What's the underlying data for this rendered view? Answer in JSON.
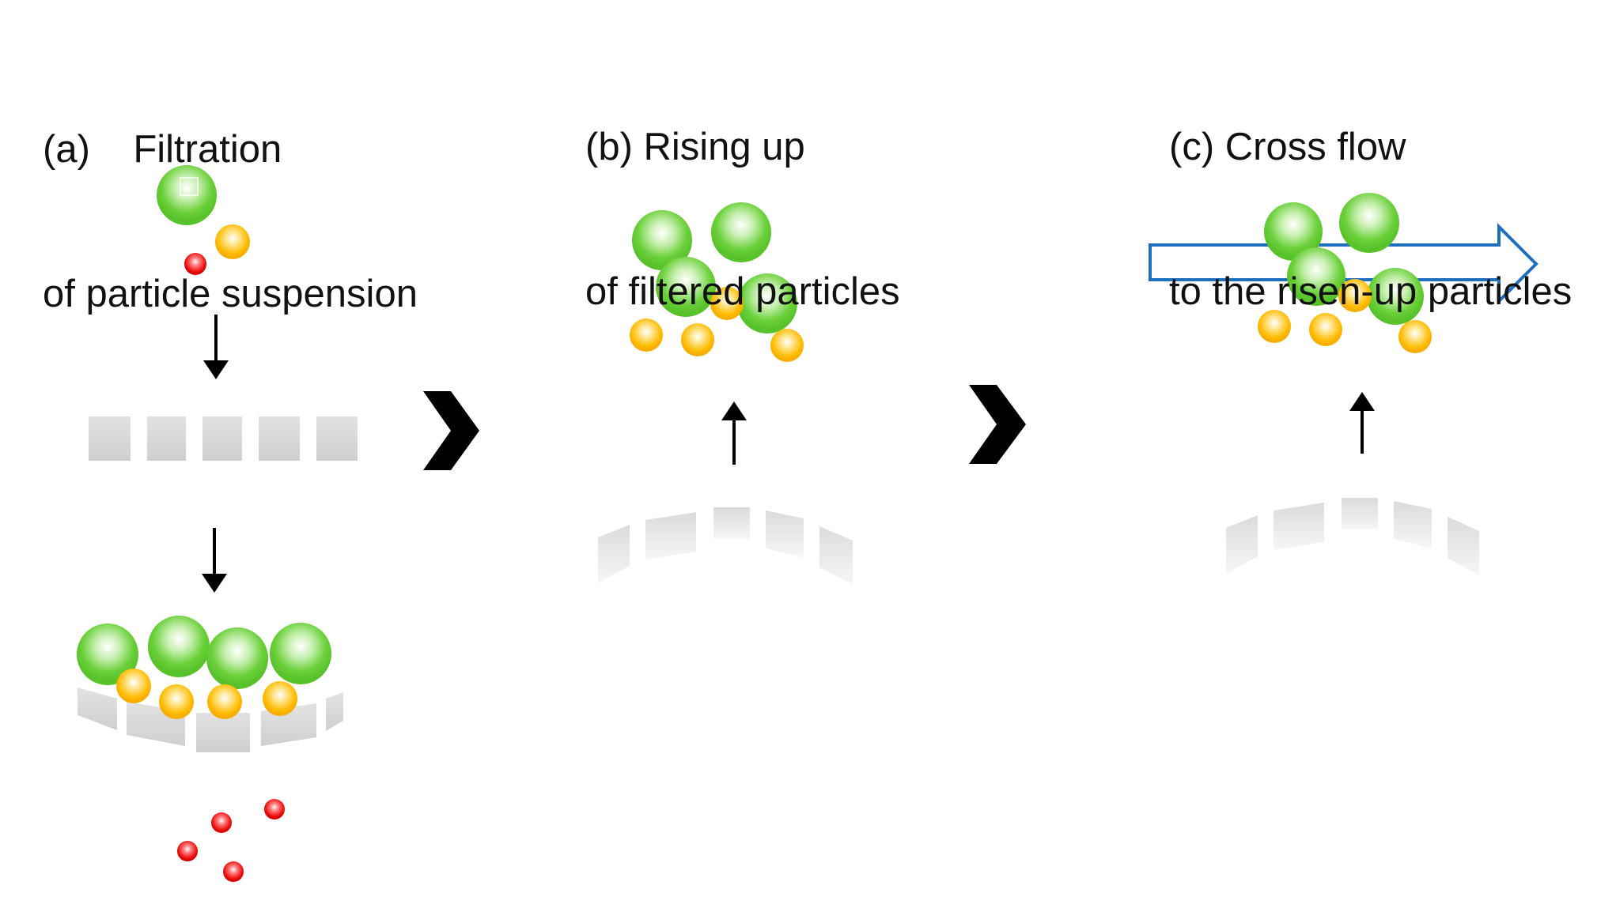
{
  "panels": {
    "a": {
      "line1": "(a)    Filtration",
      "line2": "of particle suspension"
    },
    "b": {
      "line1": "(b) Rising up",
      "line2": "of filtered particles"
    },
    "c": {
      "line1": "(c) Cross flow",
      "line2": "to the risen-up particles"
    }
  },
  "icons": {
    "step_arrow": "chevron-right-icon",
    "flow_arrow": "arrow-right-outline-icon",
    "motion_arrow": "arrow-icon"
  },
  "colors": {
    "large_particle": "#66cc33",
    "medium_particle": "#ffbb00",
    "small_particle": "#ee1111",
    "filter": "#d6d6d6",
    "cross_flow_arrow": "#1f6fbf",
    "arrow": "#000000"
  }
}
